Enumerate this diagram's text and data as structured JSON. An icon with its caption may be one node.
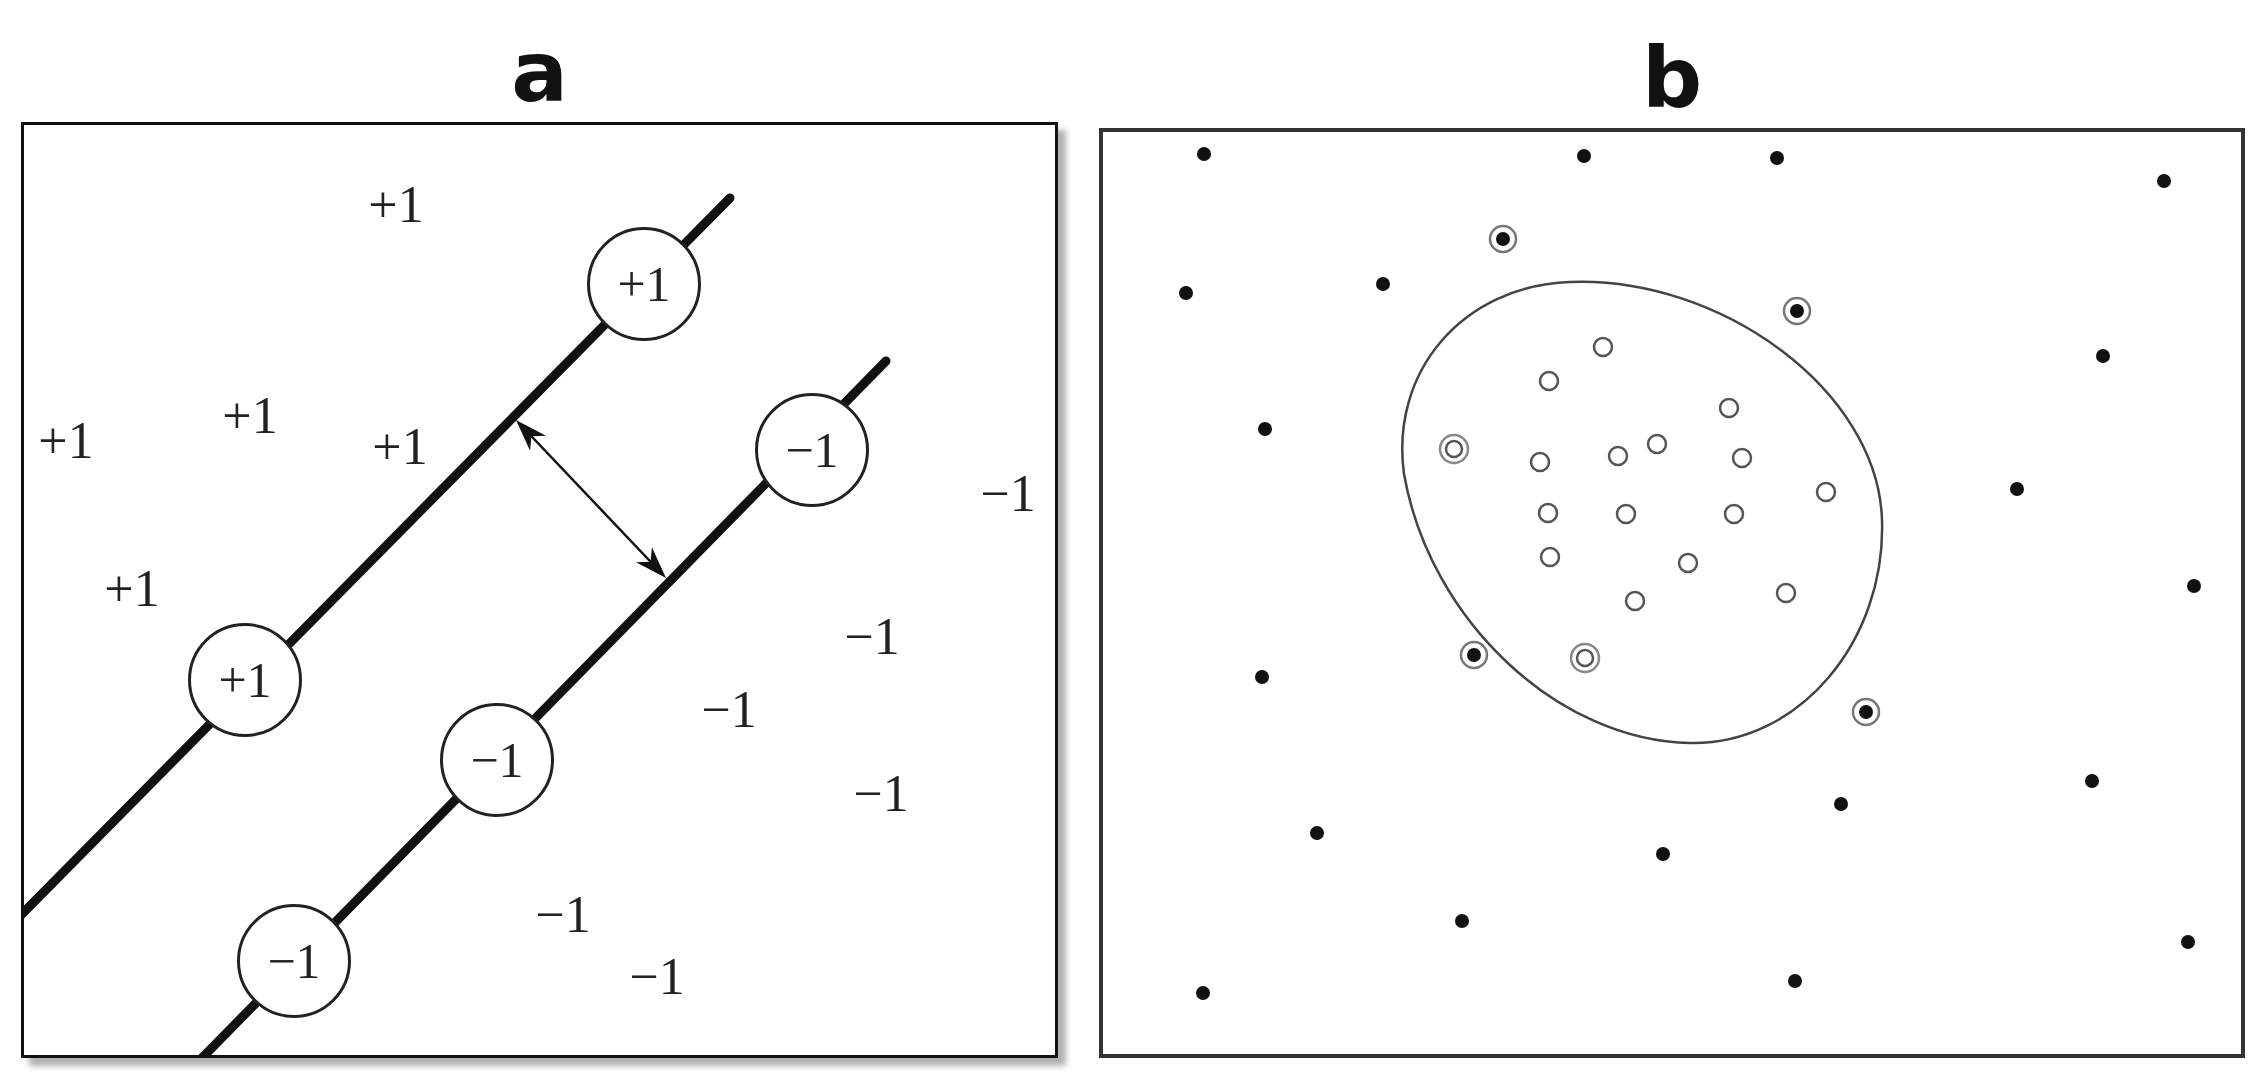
{
  "diagram": {
    "nodes": [
      {
        "text": [
          "a"
        ]
      },
      {
        "text": [
          "+1"
        ],
        "in": 0
      },
      {
        "text": [
          "−1"
        ],
        "in": 0
      },
      {
        "text": [
          "+1"
        ],
        "in": 0
      },
      {
        "text": [
          "−1"
        ],
        "in": 0
      },
      {
        "text": [
          "−1"
        ],
        "in": 0
      },
      {
        "text": [
          "b"
        ]
      }
    ],
    "labels": [
      "+1",
      "+1",
      "+1",
      "+1",
      "−1",
      "+1",
      "−1",
      "−1",
      "−1",
      "−1",
      "−1"
    ]
  }
}
